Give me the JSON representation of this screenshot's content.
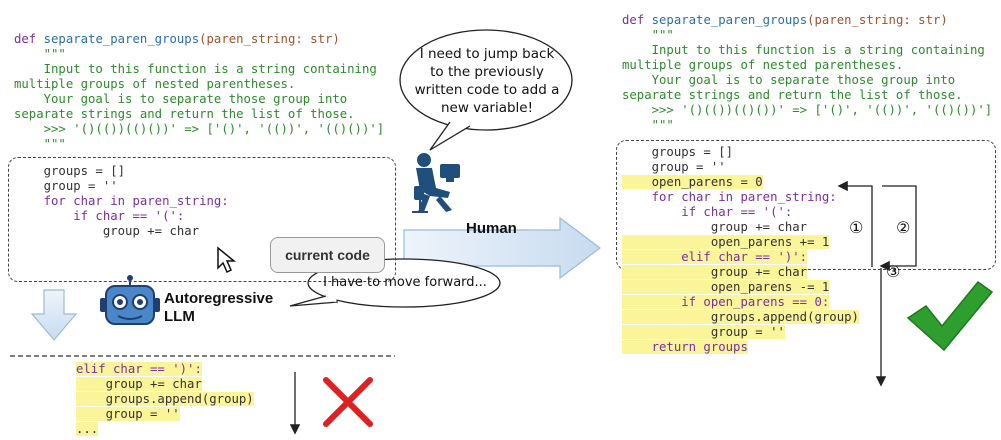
{
  "left_code": {
    "signature": {
      "def": "def",
      "name": "separate_paren_groups",
      "params": "(paren_string: str)"
    },
    "docstring": [
      "    \"\"\"",
      "    Input to this function is a string containing",
      "multiple groups of nested parentheses.",
      "    Your goal is to separate those group into",
      "separate strings and return the list of those.",
      "    >>> '()(())(()())' => ['()', '(())', '(()())']",
      "    \"\"\""
    ],
    "body": [
      "    groups = []",
      "    group = ''",
      "    for char in paren_string:",
      "        if char == '(':",
      "            group += char"
    ]
  },
  "current_code_label": "current code",
  "human_bubble": "I need to jump back to the previously written code to add a new variable!",
  "human_label": "Human",
  "llm_label": "Autoregressive LLM",
  "llm_bubble": "I have to move forward...",
  "bottom_code": [
    "elif char == ')':",
    "    group += char",
    "    groups.append(group)",
    "    group = ''",
    "..."
  ],
  "right_code": {
    "signature": {
      "def": "def",
      "name": "separate_paren_groups",
      "params": "(paren_string: str)"
    },
    "docstring": [
      "    \"\"\"",
      "    Input to this function is a string containing",
      "multiple groups of nested parentheses.",
      "    Your goal is to separate those group into",
      "separate strings and return the list of those.",
      "    >>> '()(())(()())' => ['()', '(())', '(()())']",
      "    \"\"\""
    ],
    "body": [
      "    groups = []",
      "    group = ''",
      "    open_parens = 0",
      "    for char in paren_string:",
      "        if char == '(':",
      "            group += char",
      "            open_parens += 1",
      "        elif char == ')':",
      "            group += char",
      "            open_parens -= 1",
      "        if open_parens == 0:",
      "            groups.append(group)",
      "            group = ''",
      "    return groups"
    ]
  },
  "step_markers": [
    "①",
    "②",
    "③"
  ],
  "colors": {
    "keyword": "#7b2fa0",
    "function": "#2a6fb0",
    "docstring": "#2e8b2e",
    "highlight": "#fbf59a",
    "check": "#2e9e2e",
    "cross": "#e02020",
    "arrow_fill": "#dce8f5"
  }
}
